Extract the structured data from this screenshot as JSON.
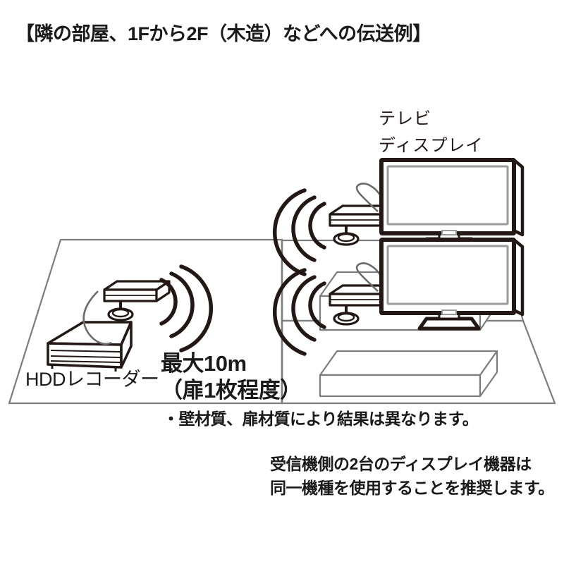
{
  "title": "【隣の部屋、1Fから2F（木造）などへの伝送例】",
  "diagram": {
    "type": "wireless-hdmi-transmission-illustration",
    "labels": {
      "tv_display": "テレビ\nディスプレイ",
      "hdd_recorder": "HDDレコーダー",
      "distance": "最大10m\n（扉1枚程度）"
    },
    "devices": {
      "transmitter": "transmitter-box",
      "receiver_top": "receiver-box",
      "receiver_bottom": "receiver-box",
      "source": "hdd-recorder",
      "display_top": "tv-display",
      "display_bottom": "tv-display"
    },
    "rf_signals": [
      {
        "name": "transmitter-waves",
        "arcs": 3
      },
      {
        "name": "receiver-top-waves",
        "arcs": 3
      },
      {
        "name": "receiver-bottom-waves",
        "arcs": 3
      }
    ]
  },
  "notes": {
    "wall_material": "・壁材質、扉材質により結果は異なります。",
    "receiver_recommendation": "受信機側の2台のディスプレイ機器は\n同一機種を使用することを推奨します。"
  },
  "colors": {
    "text": "#231815",
    "title": "#1a1a1a",
    "outline_dark": "#231815",
    "outline_light": "#808080",
    "fill": "#ffffff"
  }
}
